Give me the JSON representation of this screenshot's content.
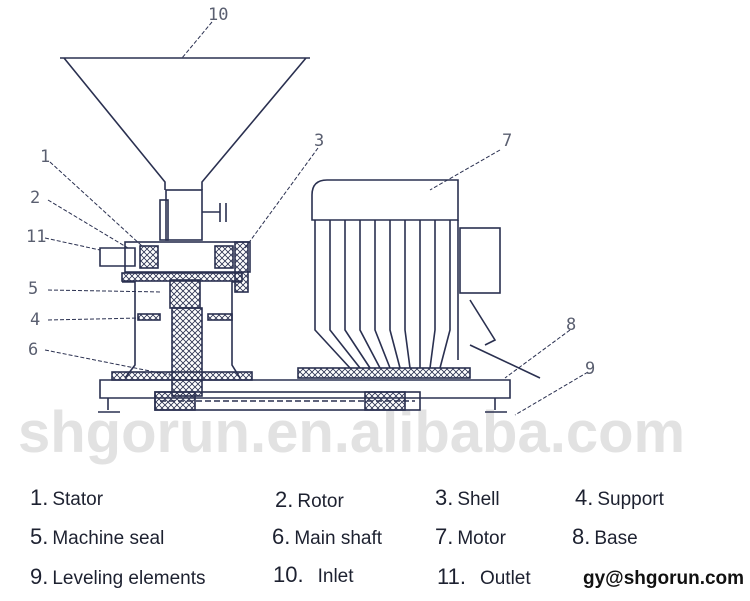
{
  "watermark": "shgorun.en.alibaba.com",
  "line_color": "#2a3050",
  "callouts": [
    "1",
    "2",
    "3",
    "4",
    "5",
    "6",
    "7",
    "8",
    "9",
    "10",
    "11"
  ],
  "legend": [
    {
      "num": "1.",
      "label": "Stator"
    },
    {
      "num": "2.",
      "label": "Rotor"
    },
    {
      "num": "3.",
      "label": "Shell"
    },
    {
      "num": "4.",
      "label": "Support"
    },
    {
      "num": "5.",
      "label": "Machine seal"
    },
    {
      "num": "6.",
      "label": "Main shaft"
    },
    {
      "num": "7.",
      "label": "Motor"
    },
    {
      "num": "8.",
      "label": "Base"
    },
    {
      "num": "9.",
      "label": "Leveling elements"
    },
    {
      "num": "10.",
      "label": "Inlet"
    },
    {
      "num": "11.",
      "label": "Outlet"
    }
  ],
  "email": "gy@shgorun.com"
}
